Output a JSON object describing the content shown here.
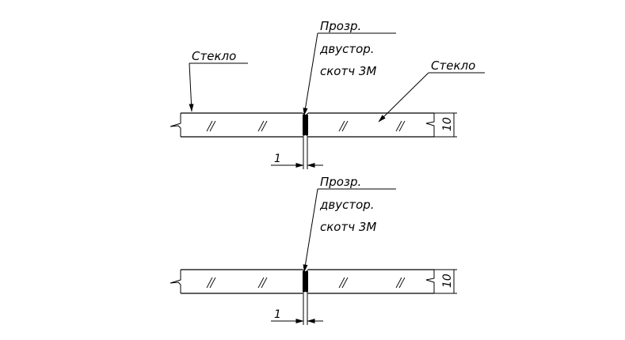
{
  "top_joint": {
    "label_glass_left": "Стекло",
    "label_glass_right": "Стекло",
    "label_tape_line1": "Прозр.",
    "label_tape_line2": "двустор.",
    "label_tape_line3": "скотч 3М",
    "dim_gap": "1",
    "dim_thickness": "10"
  },
  "bottom_joint": {
    "label_tape_line1": "Прозр.",
    "label_tape_line2": "двустор.",
    "label_tape_line3": "скотч 3М",
    "dim_gap": "1",
    "dim_thickness": "10"
  }
}
